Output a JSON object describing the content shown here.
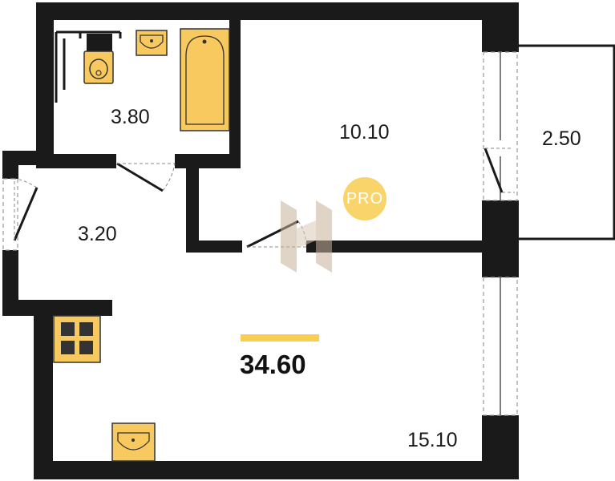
{
  "plan": {
    "total_area": "34.60",
    "badge": "PRO",
    "rooms": [
      {
        "id": "bathroom",
        "area": "3.80"
      },
      {
        "id": "room",
        "area": "10.10"
      },
      {
        "id": "balcony",
        "area": "2.50"
      },
      {
        "id": "hallway",
        "area": "3.20"
      },
      {
        "id": "kitchen-living",
        "area": "15.10"
      }
    ]
  },
  "colors": {
    "wall": "#1a1a1a",
    "fixture": "#f7c95f",
    "fixture_stroke": "#333333",
    "accent_bar": "#f9cf52",
    "badge_bg": "#f9d46b",
    "badge_text": "#ffffff",
    "watermark": "#d9c9b8"
  },
  "icons": [
    "toilet-icon",
    "sink-icon",
    "bathtub-icon",
    "stove-icon",
    "kitchen-sink-icon",
    "watermark-logo-icon"
  ]
}
